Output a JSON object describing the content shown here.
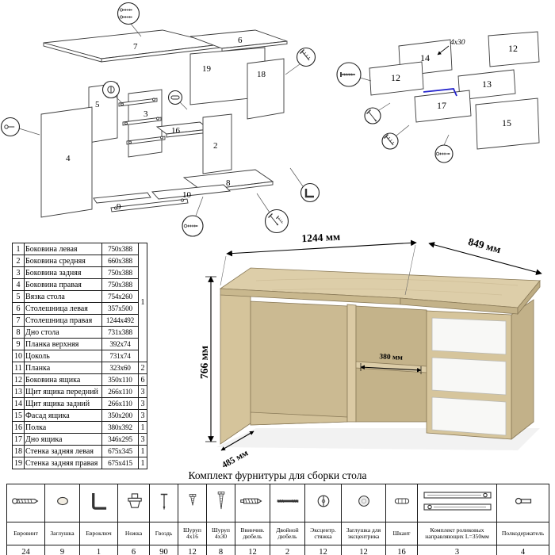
{
  "hardware_title": "Комплект фурнитуры для сборки стола",
  "parts_table": {
    "merged_qty": "1",
    "rows": [
      {
        "num": "1",
        "name": "Боковина левая",
        "size": "750x388"
      },
      {
        "num": "2",
        "name": "Боковина средняя",
        "size": "660x388"
      },
      {
        "num": "3",
        "name": "Боковина задняя",
        "size": "750x388"
      },
      {
        "num": "4",
        "name": "Боковина правая",
        "size": "750x388"
      },
      {
        "num": "5",
        "name": "Вязка стола",
        "size": "754x260"
      },
      {
        "num": "6",
        "name": "Столешница левая",
        "size": "357x500"
      },
      {
        "num": "7",
        "name": "Столешница правая",
        "size": "1244x492"
      },
      {
        "num": "8",
        "name": "Дно стола",
        "size": "731x388"
      },
      {
        "num": "9",
        "name": "Планка верхняя",
        "size": "392x74"
      },
      {
        "num": "10",
        "name": "Цоколь",
        "size": "731x74"
      },
      {
        "num": "11",
        "name": "Планка",
        "size": "323x60",
        "qty": "2"
      },
      {
        "num": "12",
        "name": "Боковина ящика",
        "size": "350x110",
        "qty": "6"
      },
      {
        "num": "13",
        "name": "Щит ящика передний",
        "size": "266x110",
        "qty": "3"
      },
      {
        "num": "14",
        "name": "Щит ящика задний",
        "size": "266x110",
        "qty": "3"
      },
      {
        "num": "15",
        "name": "Фасад ящика",
        "size": "350x200",
        "qty": "3"
      },
      {
        "num": "16",
        "name": "Полка",
        "size": "380x392",
        "qty": "1"
      },
      {
        "num": "17",
        "name": "Дно ящика",
        "size": "346x295",
        "qty": "3"
      },
      {
        "num": "18",
        "name": "Стенка задняя левая",
        "size": "675x345",
        "qty": "1"
      },
      {
        "num": "19",
        "name": "Стенка задняя правая",
        "size": "675x415",
        "qty": "1"
      }
    ]
  },
  "desk_dimensions": {
    "width": "1244 мм",
    "right_depth": "849 мм",
    "height": "766 мм",
    "left_depth": "485 мм",
    "shelf_depth": "380 мм"
  },
  "left_diagram": {
    "labels": {
      "top_left_panel": "7",
      "top_right_panel": "6",
      "back_left_wall": "19",
      "back_right_wall": "18",
      "tie_panel": "5",
      "back_side_panel": "3",
      "shelf": "16",
      "middle_panel": "2",
      "bottom_panel": "8",
      "left_side_panel": "4",
      "plinth": "10",
      "top_strip": "9"
    }
  },
  "right_diagram": {
    "labels": {
      "back_shield": "14",
      "side_panel_a": "12",
      "side_panel_b": "12",
      "front_shield": "13",
      "drawer_bottom": "17",
      "facade": "15"
    },
    "annotation": "4x30"
  },
  "hardware": {
    "items": [
      {
        "name": "Евровинт",
        "qty": "24",
        "icon": "euro-screw-icon"
      },
      {
        "name": "Заглушка",
        "qty": "9",
        "icon": "cap-icon"
      },
      {
        "name": "Евроключ",
        "qty": "1",
        "icon": "hex-key-icon"
      },
      {
        "name": "Ножка",
        "qty": "6",
        "icon": "foot-icon"
      },
      {
        "name": "Гвоздь",
        "qty": "90",
        "icon": "nail-icon"
      },
      {
        "name": "Шуруп 4x16",
        "qty": "12",
        "icon": "screw-4x16-icon"
      },
      {
        "name": "Шуруп 4x30",
        "qty": "8",
        "icon": "screw-4x30-icon"
      },
      {
        "name": "Ввинчив. дюбель",
        "qty": "12",
        "icon": "threaded-dowel-icon"
      },
      {
        "name": "Двойной дюбель",
        "qty": "2",
        "icon": "double-dowel-icon"
      },
      {
        "name": "Эксцентр. стяжка",
        "qty": "12",
        "icon": "cam-lock-icon"
      },
      {
        "name": "Заглушка для эксцентрика",
        "qty": "12",
        "icon": "cam-cap-icon"
      },
      {
        "name": "Шкант",
        "qty": "16",
        "icon": "wood-dowel-icon"
      },
      {
        "name": "Комплект роликовых направляющих L=350мм",
        "qty": "3",
        "icon": "drawer-slides-icon"
      },
      {
        "name": "Полкодержатель",
        "qty": "4",
        "icon": "shelf-pin-icon"
      }
    ]
  }
}
